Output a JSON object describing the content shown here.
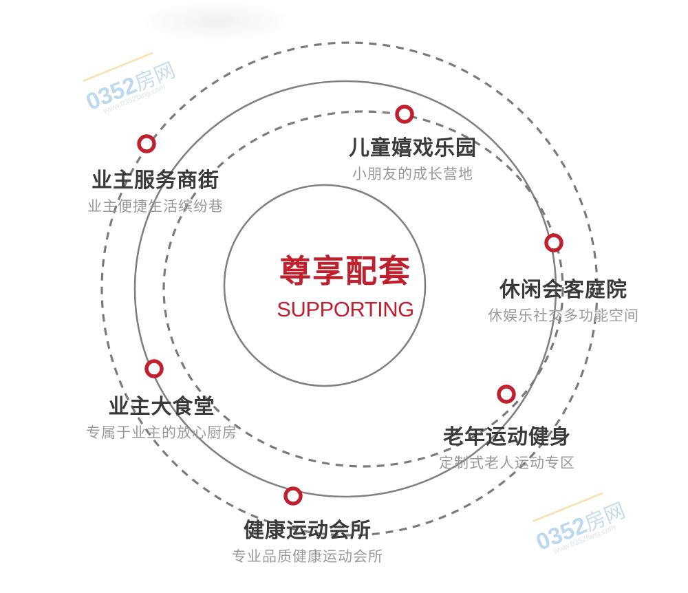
{
  "center": {
    "title": "尊享配套",
    "subtitle": "SUPPORTING",
    "color": "#c0202e"
  },
  "nodes": [
    {
      "id": "service-street",
      "title": "业主服务商街",
      "desc": "业主便捷生活缤纷巷"
    },
    {
      "id": "kids-park",
      "title": "儿童嬉戏乐园",
      "desc": "小朋友的成长营地"
    },
    {
      "id": "leisure-courtyard",
      "title": "休闲会客庭院",
      "desc": "休娱乐社交多功能空间"
    },
    {
      "id": "dining-hall",
      "title": "业主大食堂",
      "desc": "专属于业主的放心厨房"
    },
    {
      "id": "elderly-fitness",
      "title": "老年运动健身",
      "desc": "定制式老人运动专区"
    },
    {
      "id": "health-club",
      "title": "健康运动会所",
      "desc": "专业品质健康运动会所"
    }
  ],
  "watermarks": [
    {
      "number": "0352",
      "brand": "房网",
      "url": "www.0352fang.com"
    },
    {
      "number": "0352",
      "brand": "房网",
      "url": "www.0352fang.com"
    }
  ],
  "colors": {
    "marker": "#c0202e",
    "ring": "#7a7a7a",
    "title_text": "#3a3a3a",
    "desc_text": "#9a9a9a"
  }
}
